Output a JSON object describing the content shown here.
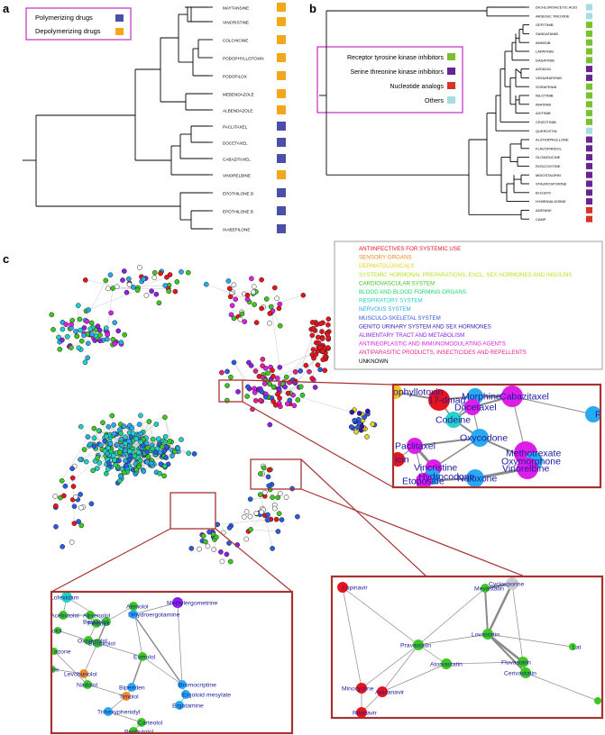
{
  "panel_a": {
    "letter": "a",
    "legend": [
      {
        "label": "Polymerizing drugs",
        "color": "#4b4fa8"
      },
      {
        "label": "Depolymerizing drugs",
        "color": "#f4a61c"
      }
    ],
    "leaves": [
      {
        "name": "MAYTANSINE",
        "color": "#f4a61c"
      },
      {
        "name": "VINCRISTINE",
        "color": "#f4a61c"
      },
      {
        "name": "COLCHICINE",
        "color": "#f4a61c"
      },
      {
        "name": "PODOPHYLLOTOXIN",
        "color": "#f4a61c"
      },
      {
        "name": "PODOFILOX",
        "color": "#f4a61c"
      },
      {
        "name": "MEBENDAZOLE",
        "color": "#f4a61c"
      },
      {
        "name": "ALBENDAZOLE",
        "color": "#f4a61c"
      },
      {
        "name": "PACLITAXEL",
        "color": "#4b4fa8"
      },
      {
        "name": "DOCETAXEL",
        "color": "#4b4fa8"
      },
      {
        "name": "CABAZITAXEL",
        "color": "#4b4fa8"
      },
      {
        "name": "VINORELBINE",
        "color": "#f4a61c"
      },
      {
        "name": "EPOTHILONE D",
        "color": "#4b4fa8"
      },
      {
        "name": "EPOTHILONE B",
        "color": "#4b4fa8"
      },
      {
        "name": "IXABEPILONE",
        "color": "#4b4fa8"
      }
    ]
  },
  "panel_b": {
    "letter": "b",
    "legend": [
      {
        "label": "Receptor tyrosine kinase inhibitors",
        "color": "#79c130"
      },
      {
        "label": "Serine threonine kinase inhibitors",
        "color": "#6a2392"
      },
      {
        "label": "Nucleotide analogs",
        "color": "#d8342a"
      },
      {
        "label": "Others",
        "color": "#a6dde4"
      }
    ],
    "leaves": [
      {
        "name": "DICHLOROACETIC ACID",
        "color": "#a6dde4"
      },
      {
        "name": "ARSENIC TRIOXIDE",
        "color": "#a6dde4"
      },
      {
        "name": "GEFITINIB",
        "color": "#79c130"
      },
      {
        "name": "SANDATANIB",
        "color": "#79c130"
      },
      {
        "name": "IMIMISIB",
        "color": "#79c130"
      },
      {
        "name": "LAPATINIB",
        "color": "#79c130"
      },
      {
        "name": "DASATINIB",
        "color": "#79c130"
      },
      {
        "name": "AZD6244",
        "color": "#6a2392"
      },
      {
        "name": "VEMURAFENIB",
        "color": "#6a2392"
      },
      {
        "name": "SORAFENIB",
        "color": "#79c130"
      },
      {
        "name": "NILOTINIB",
        "color": "#79c130"
      },
      {
        "name": "IMATINIB",
        "color": "#79c130"
      },
      {
        "name": "AXITINIB",
        "color": "#79c130"
      },
      {
        "name": "CRIZOTINIB",
        "color": "#79c130"
      },
      {
        "name": "QUERCETIN",
        "color": "#a6dde4"
      },
      {
        "name": "ALSTERPAULLONE",
        "color": "#6a2392"
      },
      {
        "name": "FLAVOPIRIDOL",
        "color": "#6a2392"
      },
      {
        "name": "OLOMOUCINE",
        "color": "#6a2392"
      },
      {
        "name": "ROSCOVITINE",
        "color": "#6a2392"
      },
      {
        "name": "MIDOSTAURIN",
        "color": "#6a2392"
      },
      {
        "name": "STAUROSPORINE",
        "color": "#6a2392"
      },
      {
        "name": "BI-D1870",
        "color": "#6a2392"
      },
      {
        "name": "HYMENIALDISINE",
        "color": "#6a2392"
      },
      {
        "name": "ADENINE",
        "color": "#d8342a"
      },
      {
        "name": "CAMP",
        "color": "#d8342a"
      }
    ]
  },
  "panel_c": {
    "letter": "c",
    "legend": [
      {
        "label": "ANTIINFECTIVES FOR SYSTEMIC USE",
        "color": "#e8141c"
      },
      {
        "label": "SENSORY ORGANS",
        "color": "#f08a1e"
      },
      {
        "label": "DERMATOLOGICALS",
        "color": "#e8d41a"
      },
      {
        "label": "SYSTEMIC HORMONAL PREPARATIONS, EXCL. SEX HORMONES AND INSULINS",
        "color": "#b4e01e"
      },
      {
        "label": "CARDIOVASCULAR SYSTEM",
        "color": "#3cc81e"
      },
      {
        "label": "BLOOD AND BLOOD FORMING ORGANS",
        "color": "#1ed26e"
      },
      {
        "label": "RESPIRATORY SYSTEM",
        "color": "#1ed2c8"
      },
      {
        "label": "NERVOUS SYSTEM",
        "color": "#28aaf0"
      },
      {
        "label": "MUSCULO-SKELETAL SYSTEM",
        "color": "#2a5ae6"
      },
      {
        "label": "GENITO URINARY SYSTEM AND SEX HORMONES",
        "color": "#3214b4"
      },
      {
        "label": "ALIMENTARY TRACT AND METABOLISM",
        "color": "#8c1ee6"
      },
      {
        "label": "ANTINEOPLASTIC AND IMMUNOMODULATING AGENTS",
        "color": "#dc1ee6"
      },
      {
        "label": "ANTIPARASITIC PRODUCTS, INSECTICIDES AND REPELLENTS",
        "color": "#e61e8c"
      },
      {
        "label": "UNKNOWN",
        "color": "#000000"
      }
    ],
    "zoom_top_right": [
      {
        "label": "ophyllotoxin",
        "color": "#f4c21a"
      },
      {
        "label": "17-dmag",
        "color": "#e8141c"
      },
      {
        "label": "Morphine",
        "color": "#28aaf0"
      },
      {
        "label": "Cabazitaxel",
        "color": "#dc1ee6"
      },
      {
        "label": "Docetaxel",
        "color": "#dc1ee6"
      },
      {
        "label": "Pent",
        "color": "#28aaf0"
      },
      {
        "label": "Codeine",
        "color": "#28d2c8"
      },
      {
        "label": "Oxycodone",
        "color": "#28aaf0"
      },
      {
        "label": "Paclitaxel",
        "color": "#dc1ee6"
      },
      {
        "label": "icin",
        "color": "#e8141c"
      },
      {
        "label": "Methotrexate",
        "color": "#dc1ee6"
      },
      {
        "label": "Oxymorphone",
        "color": "#28aaf0"
      },
      {
        "label": "Vincristine",
        "color": "#dc1ee6"
      },
      {
        "label": "Vinorelbine",
        "color": "#dc1ee6"
      },
      {
        "label": "Hydrocodone",
        "color": "#28aaf0"
      },
      {
        "label": "Naloxone",
        "color": "#28aaf0"
      },
      {
        "label": "Etoposide",
        "color": "#dc1ee6"
      }
    ],
    "zoom_bottom_left": [
      {
        "label": "Lofexidam",
        "color": "#1ed2c8"
      },
      {
        "label": "Atenolol",
        "color": "#3cc81e"
      },
      {
        "label": "Acebutolol",
        "color": "#3cc81e"
      },
      {
        "label": "Alprenolol",
        "color": "#3cc81e"
      },
      {
        "label": "Betaxolol",
        "color": "#3cc81e"
      },
      {
        "label": "Dihydroergotamine",
        "color": "#28aaf0"
      },
      {
        "label": "Methylergometrine",
        "color": "#8c1ee6"
      },
      {
        "label": "Pindolol",
        "color": "#3cc81e"
      },
      {
        "label": "olol",
        "color": "#3cc81e"
      },
      {
        "label": "Oxprenolol",
        "color": "#3cc81e"
      },
      {
        "label": "Bisoprolol",
        "color": "#3cc81e"
      },
      {
        "label": "azone",
        "color": "#3cc81e"
      },
      {
        "label": "Esmolol",
        "color": "#3cc81e"
      },
      {
        "label": "Levobunolol",
        "color": "#f08a1e"
      },
      {
        "label": "Nadolol",
        "color": "#3cc81e"
      },
      {
        "label": "Biperiden",
        "color": "#28aaf0"
      },
      {
        "label": "Timolol",
        "color": "#f08a1e"
      },
      {
        "label": "Bromocriptine",
        "color": "#28aaf0"
      },
      {
        "label": "Ergoloid mesylate",
        "color": "#28aaf0"
      },
      {
        "label": "Ergotamine",
        "color": "#28aaf0"
      },
      {
        "label": "Trihexyphenidyl",
        "color": "#28aaf0"
      },
      {
        "label": "Carteolol",
        "color": "#3cc81e"
      },
      {
        "label": "Penbutolol",
        "color": "#3cc81e"
      },
      {
        "label": "ne",
        "color": "#3cc81e"
      }
    ],
    "zoom_bottom_right": [
      {
        "label": "Lopinavir",
        "color": "#e8141c"
      },
      {
        "label": "Cyclosporine",
        "color": "#cccccc"
      },
      {
        "label": "Mevastatin",
        "color": "#3cc81e"
      },
      {
        "label": "Pravastatin",
        "color": "#3cc81e"
      },
      {
        "label": "Lovastatin",
        "color": "#3cc81e"
      },
      {
        "label": "Lat",
        "color": "#3cc81e"
      },
      {
        "label": "Atorvastatin",
        "color": "#3cc81e"
      },
      {
        "label": "Fluvastatin",
        "color": "#3cc81e"
      },
      {
        "label": "Cerivastatin",
        "color": "#3cc81e"
      },
      {
        "label": "Minocycline",
        "color": "#e8141c"
      },
      {
        "label": "Atazanavir",
        "color": "#e8141c"
      },
      {
        "label": "Ritonavir",
        "color": "#e8141c"
      },
      {
        "label": "Rosu",
        "color": "#3cc81e"
      }
    ]
  }
}
